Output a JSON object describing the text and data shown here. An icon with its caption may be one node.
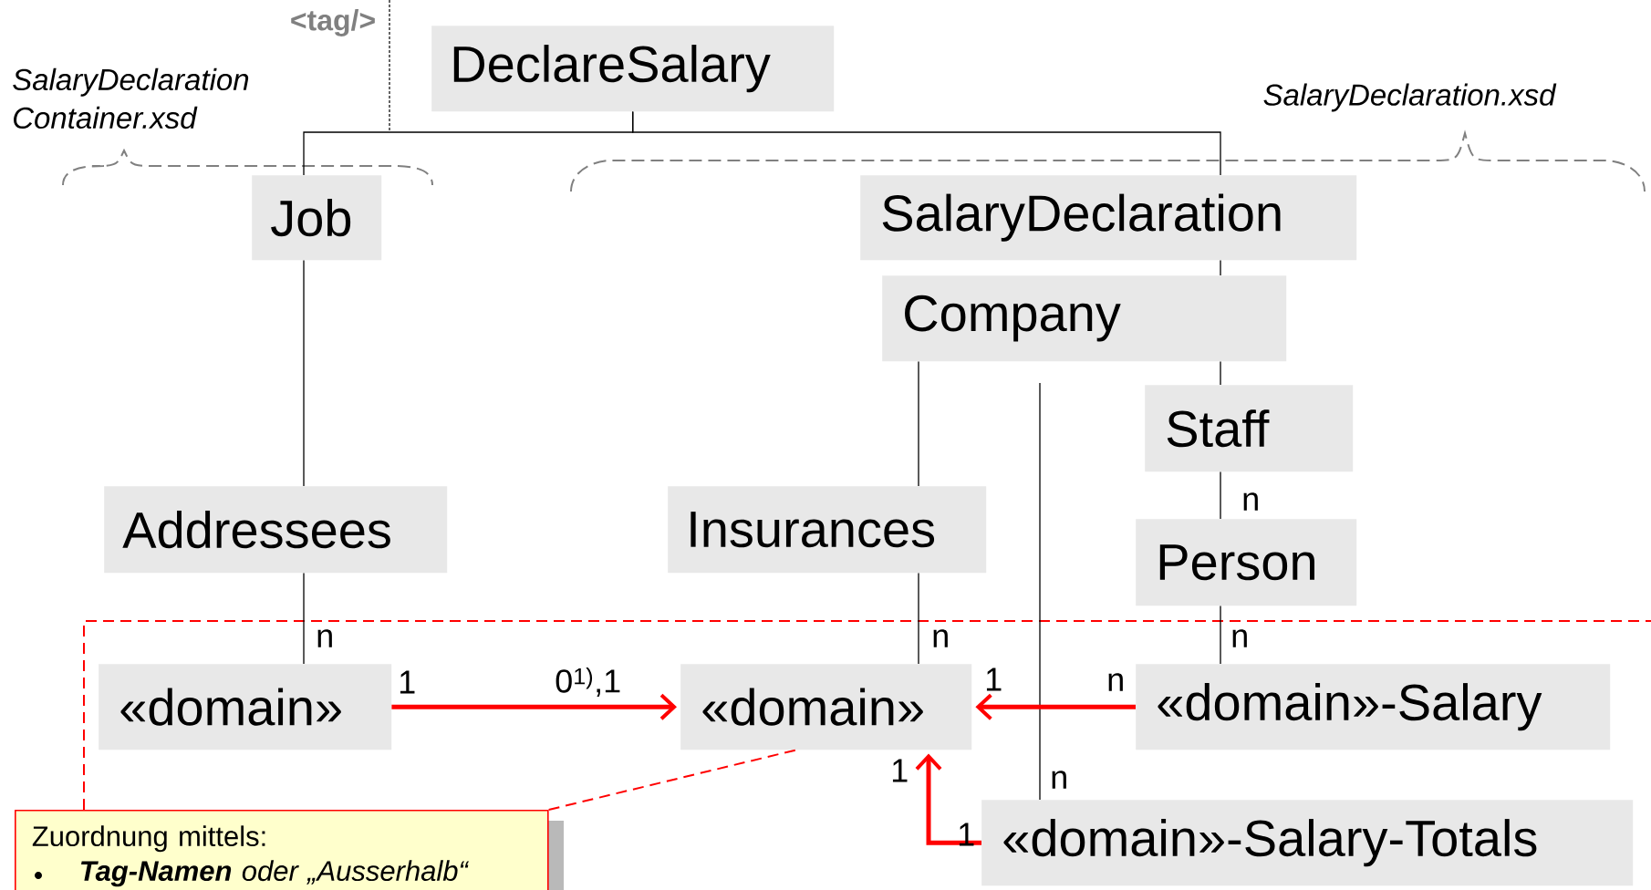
{
  "diagram": {
    "nodes": [
      {
        "text": [
          "DeclareSalary"
        ]
      },
      {
        "text": [
          "Job"
        ]
      },
      {
        "text": [
          "SalaryDeclaration"
        ]
      },
      {
        "text": [
          "Company"
        ]
      },
      {
        "text": [
          "Staff"
        ]
      },
      {
        "text": [
          "Addressees"
        ]
      },
      {
        "text": [
          "Insurances"
        ]
      },
      {
        "text": [
          "Person"
        ]
      },
      {
        "text": [
          "«domain»"
        ]
      },
      {
        "text": [
          "«domain»"
        ]
      },
      {
        "text": [
          "«domain»-Salary"
        ]
      },
      {
        "text": [
          "«domain»-Salary-Totals"
        ]
      },
      {
        "text": [
          "Zuordnung mittels:",
          "**Tag-Namen** oder „Ausserhalb“"
        ]
      }
    ],
    "edges": [
      {
        "from": 0,
        "to": 1,
        "arrow": "none"
      },
      {
        "from": 0,
        "to": 2,
        "arrow": "none"
      },
      {
        "from": 2,
        "to": 3,
        "arrow": "none"
      },
      {
        "from": 3,
        "to": 4,
        "arrow": "none"
      },
      {
        "from": 4,
        "to": 7,
        "arrow": "none"
      },
      {
        "from": 7,
        "to": 10,
        "arrow": "none"
      },
      {
        "from": 1,
        "to": 5,
        "arrow": "none"
      },
      {
        "from": 5,
        "to": 8,
        "arrow": "none"
      },
      {
        "from": 3,
        "to": 6,
        "arrow": "none"
      },
      {
        "from": 6,
        "to": 9,
        "arrow": "none"
      },
      {
        "from": 3,
        "to": 11,
        "arrow": "none"
      },
      {
        "from": 8,
        "to": 9,
        "arrow": "to",
        "style": "thick",
        "color": "#ff0000"
      },
      {
        "from": 10,
        "to": 9,
        "arrow": "to",
        "style": "thick",
        "color": "#ff0000"
      },
      {
        "from": 11,
        "to": 9,
        "arrow": "to",
        "style": "thick",
        "color": "#ff0000"
      },
      {
        "from": 12,
        "to": 9,
        "arrow": "none",
        "style": "dashed",
        "color": "#ff0000"
      }
    ],
    "labels": [
      "<tag/>",
      "SalaryDeclaration Container.xsd",
      "SalaryDeclaration.xsd",
      "n",
      "n",
      "n",
      "n",
      "1",
      "0$^{1)}$,1",
      "1",
      "n",
      "1",
      "n",
      "1"
    ]
  }
}
